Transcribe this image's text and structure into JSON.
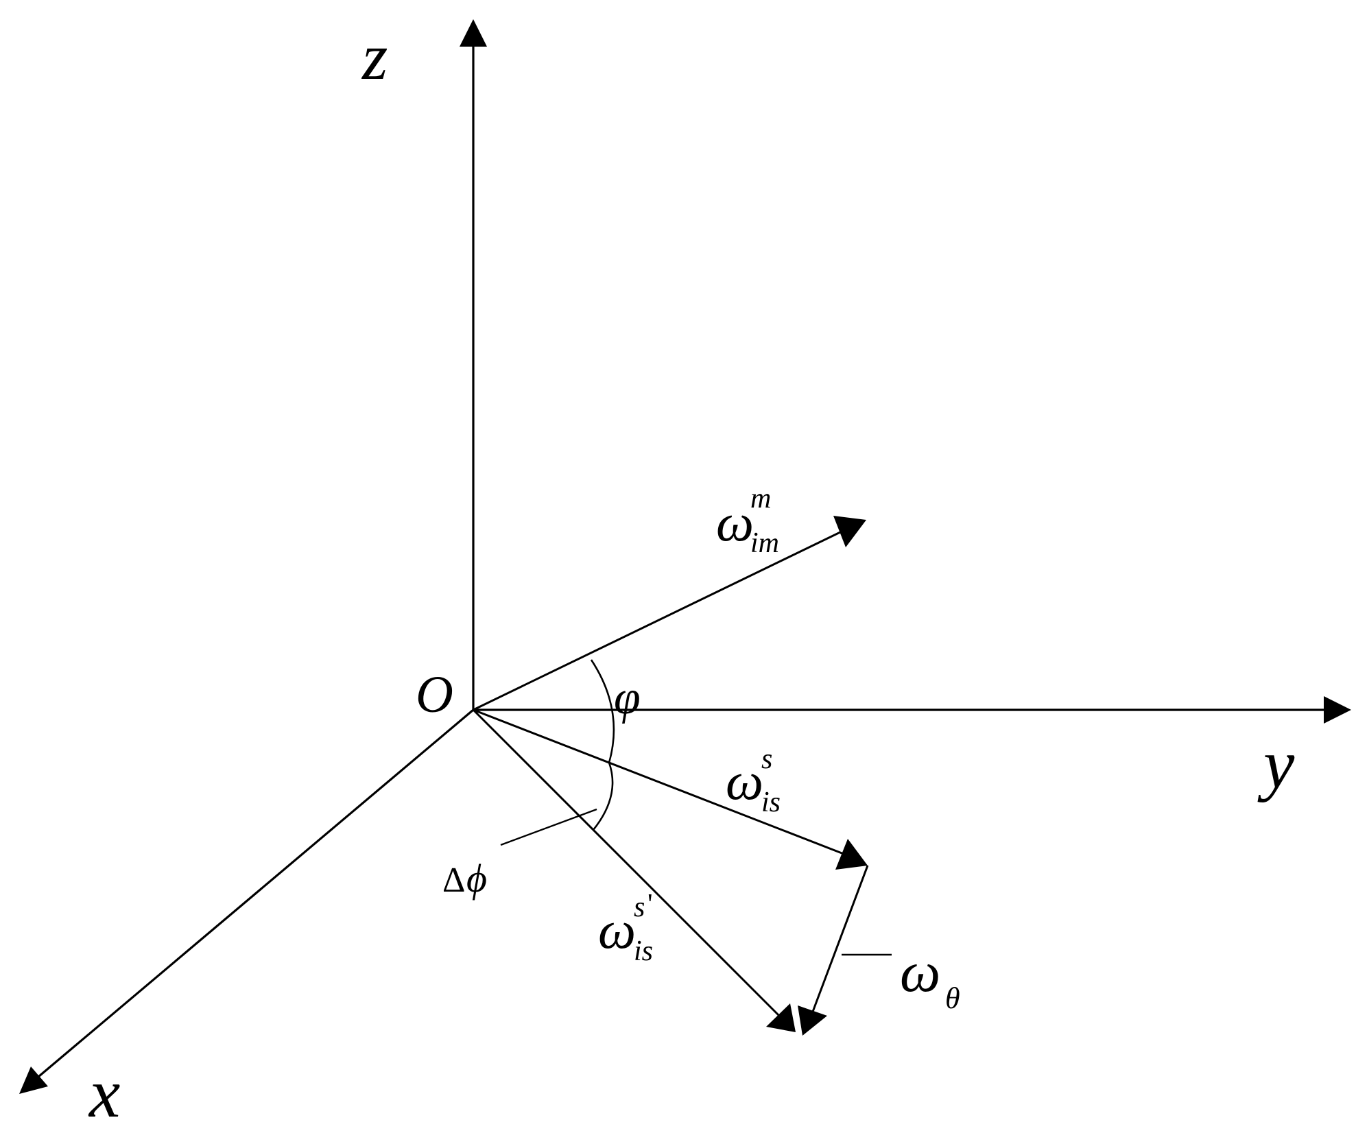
{
  "diagram": {
    "axes": {
      "z": "z",
      "y": "y",
      "x": "x",
      "origin": "O"
    },
    "vectors": {
      "omega_im": {
        "base": "ω",
        "sub": "im",
        "sup": "m"
      },
      "omega_is": {
        "base": "ω",
        "sub": "is",
        "sup": "s"
      },
      "omega_is_prime": {
        "base": "ω",
        "sub": "is",
        "sup": "s",
        "prime": "'"
      },
      "omega_theta": {
        "base": "ω",
        "sub": "θ"
      }
    },
    "angles": {
      "phi": "φ",
      "delta": "Δ",
      "delta_phi": "ϕ"
    },
    "colors": {
      "ink": "#000000",
      "background": "#ffffff"
    }
  }
}
